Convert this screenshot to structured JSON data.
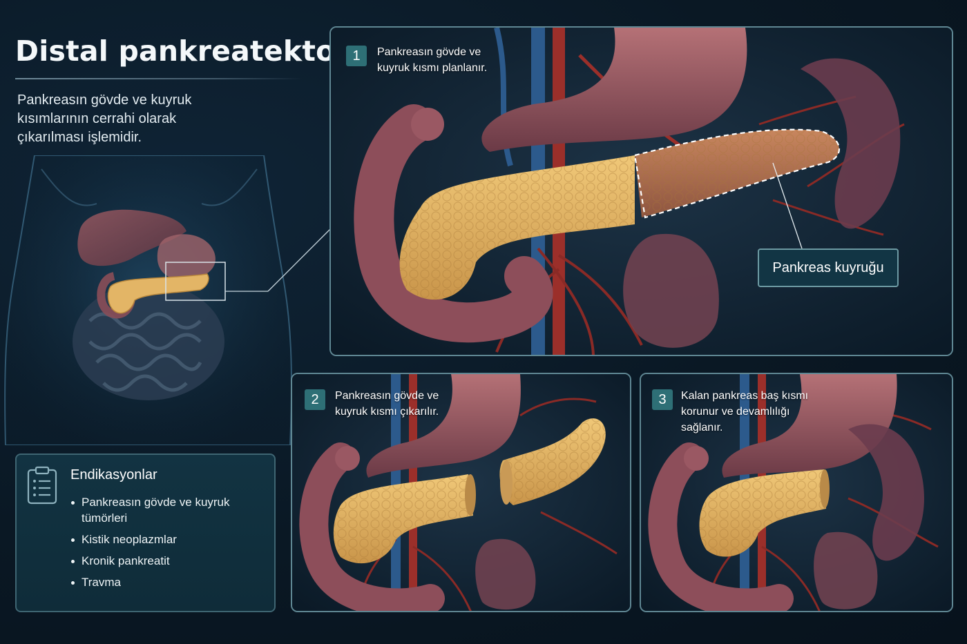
{
  "title": "Distal pankreatektomi",
  "subtitle": "Pankreasın gövde ve kuyruk kısımlarının cerrahi olarak çıkarılması işlemidir.",
  "steps": [
    {
      "number": "1",
      "text": "Pankreasın gövde ve kuyruk kısmı planlanır."
    },
    {
      "number": "2",
      "text": "Pankreasın gövde ve kuyruk kısmı çıkarılır."
    },
    {
      "number": "3",
      "text": "Kalan pankreas baş kısmı korunur ve devamlılığı sağlanır."
    }
  ],
  "callout_label": "Pankreas kuyruğu",
  "indications": {
    "title": "Endikasyonlar",
    "icon": "clipboard-icon",
    "items": [
      "Pankreasın gövde ve kuyruk tümörleri",
      "Kistik neoplazmlar",
      "Kronik pankreatit",
      "Travma"
    ]
  },
  "colors": {
    "background": "#0a1824",
    "panel_border": "#5f8793",
    "badge": "#2e6f76",
    "pancreas": "#e3b566",
    "stomach": "#9a5a62",
    "artery": "#9b2f2a",
    "vein": "#2c5a8c"
  }
}
